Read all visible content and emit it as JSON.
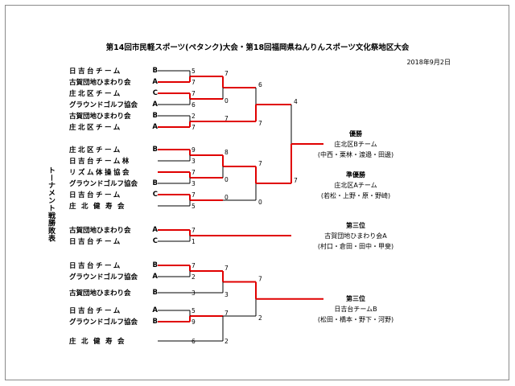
{
  "document": {
    "title": "第14回市民軽スポーツ(ペタンク)大会・第18回福岡県ねんりんスポーツ文化祭地区大会",
    "date": "2018年9月2日",
    "side_label": "トーナメント戦勝敗表"
  },
  "teams": [
    {
      "name": "日吉台チーム",
      "group": "B"
    },
    {
      "name": "古賀団地ひまわり会",
      "group": "A"
    },
    {
      "name": "庄北区チーム",
      "group": "C"
    },
    {
      "name": "グラウンドゴルフ協会",
      "group": "A"
    },
    {
      "name": "古賀団地ひまわり会",
      "group": "B"
    },
    {
      "name": "庄北区チーム",
      "group": "A"
    },
    {
      "name": "庄北区チーム",
      "group": "B"
    },
    {
      "name": "日吉台チーム林",
      "group": ""
    },
    {
      "name": "リズム体操協会",
      "group": ""
    },
    {
      "name": "グラウンドゴルフ協会",
      "group": "B"
    },
    {
      "name": "日吉台チーム",
      "group": "C"
    },
    {
      "name": "庄北健寿会",
      "group": ""
    },
    {
      "name": "古賀団地ひまわり会",
      "group": "A"
    },
    {
      "name": "日吉台チーム",
      "group": "C"
    },
    {
      "name": "日吉台チーム",
      "group": "B"
    },
    {
      "name": "グラウンドゴルフ協会",
      "group": "A"
    },
    {
      "name": "古賀団地ひまわり会",
      "group": "B"
    },
    {
      "name": "日吉台チーム",
      "group": "A"
    },
    {
      "name": "グラウンドゴルフ協会",
      "group": "B"
    },
    {
      "name": "庄北健寿会",
      "group": ""
    }
  ],
  "scores": {
    "r1": [
      "5",
      "7",
      "7",
      "6",
      "2",
      "7",
      "9",
      "3",
      "7",
      "3",
      "7",
      "5",
      "7",
      "1",
      "7",
      "2",
      "3",
      "5",
      "9",
      "6"
    ],
    "r2": [
      "7",
      "0",
      "7",
      "8",
      "0",
      "0",
      "7",
      "3",
      "7",
      "2"
    ],
    "r3": [
      "6",
      "7",
      "7",
      "0",
      "7",
      "2"
    ],
    "r4": [
      "4",
      "7"
    ]
  },
  "results": [
    {
      "rank": "優勝",
      "team": "庄北区Bチーム",
      "members": "(中西・栗林・渡邉・田邊)"
    },
    {
      "rank": "準優勝",
      "team": "庄北区Aチーム",
      "members": "(若松・上野・原・野崎)"
    },
    {
      "rank": "第三位",
      "team": "古賀団地ひまわり会A",
      "members": "(村口・倉田・田中・甲斐)"
    },
    {
      "rank": "第三位",
      "team": "日吉台チームB",
      "members": "(松田・橋本・野下・河野)"
    }
  ]
}
